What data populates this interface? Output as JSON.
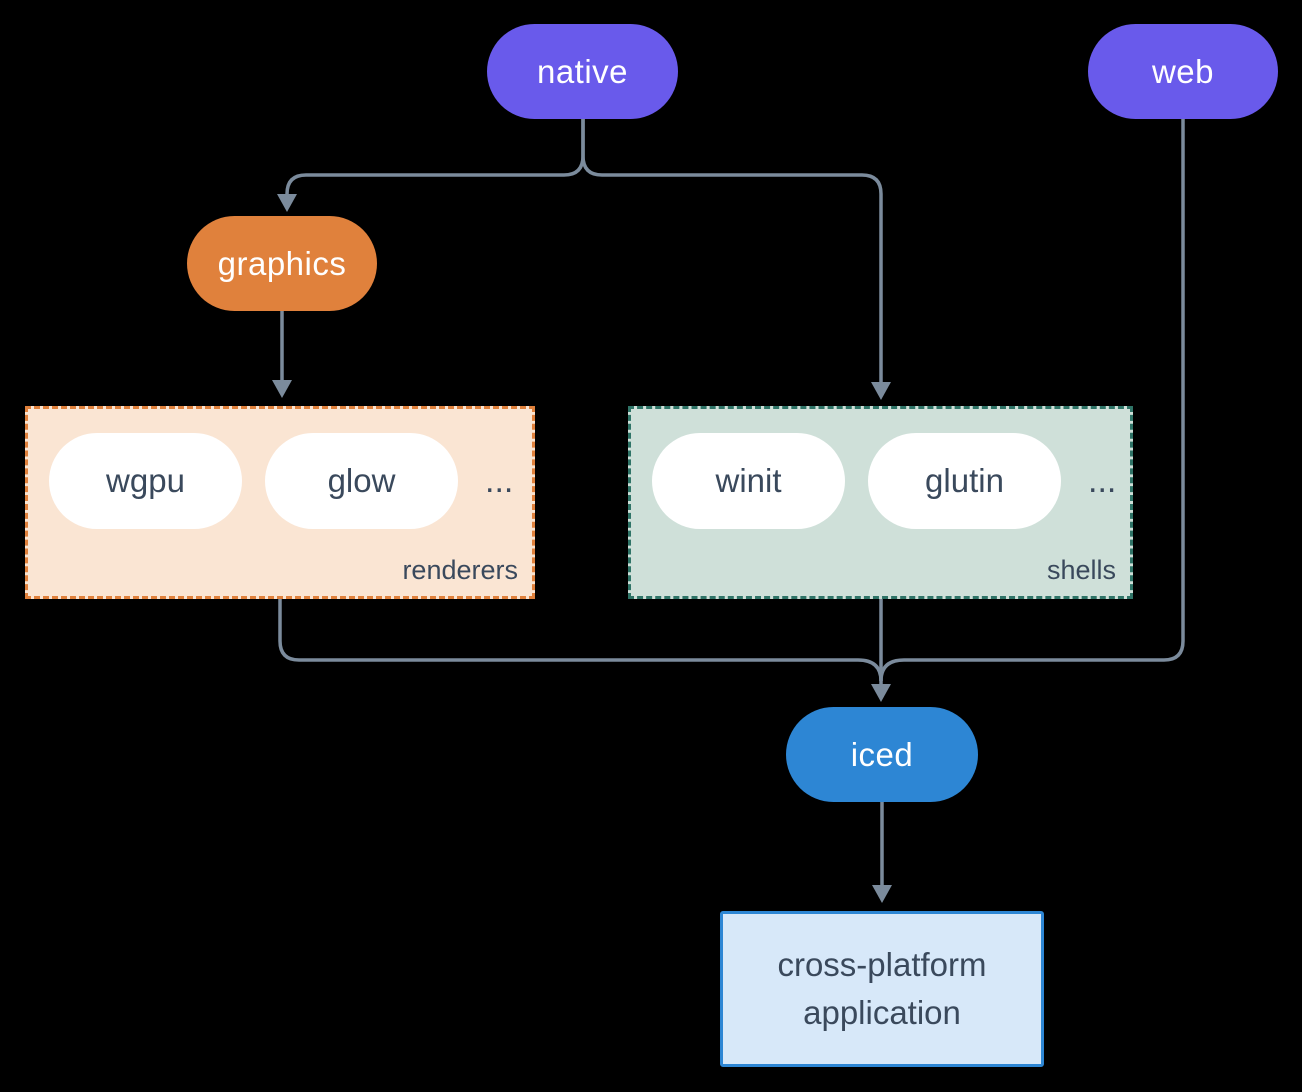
{
  "nodes": {
    "native": {
      "label": "native"
    },
    "web": {
      "label": "web"
    },
    "graphics": {
      "label": "graphics"
    },
    "iced": {
      "label": "iced"
    },
    "application": {
      "line1": "cross-platform",
      "line2": "application"
    }
  },
  "groups": {
    "renderers": {
      "label": "renderers",
      "items": [
        "wgpu",
        "glow",
        "..."
      ]
    },
    "shells": {
      "label": "shells",
      "items": [
        "winit",
        "glutin",
        "..."
      ]
    }
  },
  "edges": [
    {
      "from": "native",
      "to": "graphics"
    },
    {
      "from": "native",
      "to": "shells"
    },
    {
      "from": "graphics",
      "to": "renderers"
    },
    {
      "from": "renderers",
      "to": "iced"
    },
    {
      "from": "shells",
      "to": "iced"
    },
    {
      "from": "web",
      "to": "iced"
    },
    {
      "from": "iced",
      "to": "application"
    }
  ],
  "colors": {
    "background": "#000000",
    "connector": "#7B8B9C",
    "native_web_purple": "#695AEB",
    "graphics_orange": "#E0813C",
    "iced_blue": "#2D86D4",
    "renderers_bg": "#FAE5D3",
    "renderers_border": "#E0813C",
    "shells_bg": "#CFE0D9",
    "shells_border": "#2F7467",
    "application_bg": "#D7E8F9",
    "application_border": "#2D86D4",
    "dark_text": "#3A495C",
    "light_text": "#FFFFFF"
  }
}
